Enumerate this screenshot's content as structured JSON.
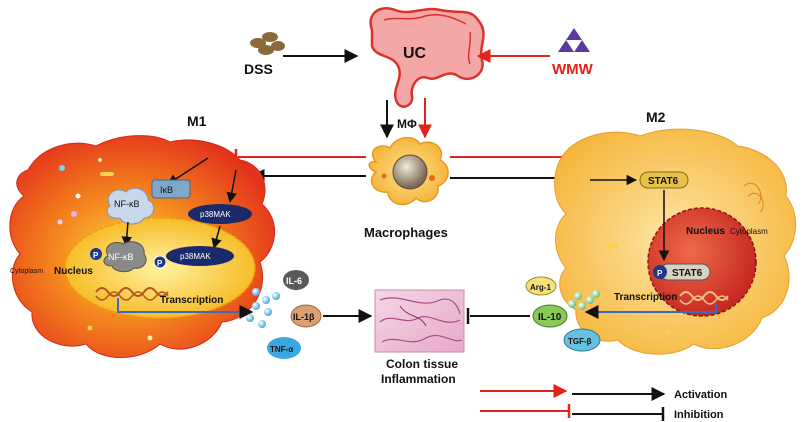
{
  "labels": {
    "dss": "DSS",
    "uc": "UC",
    "wmw": "WMW",
    "mphi": "MΦ",
    "macrophages": "Macrophages",
    "m1": "M1",
    "m2": "M2",
    "ikb": "IκB",
    "nfkb": "NF-κB",
    "p38mak": "p38MAK",
    "p": "P",
    "nucleus": "Nucleus",
    "cytoplasm": "Cytoplasm",
    "transcription": "Transcription",
    "il6": "IL-6",
    "il1b": "IL-1β",
    "tnfa": "TNF-α",
    "stat6": "STAT6",
    "arg1": "Arg-1",
    "il10": "IL-10",
    "tgfb": "TGF-β",
    "colon_tissue": "Colon tissue",
    "inflammation": "Inflammation"
  },
  "legend": {
    "activation": "Activation",
    "inhibition": "Inhibition"
  },
  "colors": {
    "red_arrow": "#e2231a",
    "black_arrow": "#111111",
    "m1_outer": "#e8331c",
    "m1_inner": "#f7a21a",
    "m2_outer": "#f5b233",
    "m2_inner": "#fbd88a",
    "nucleus_m2": "#d8342a",
    "wmw_label": "#e2231a"
  }
}
